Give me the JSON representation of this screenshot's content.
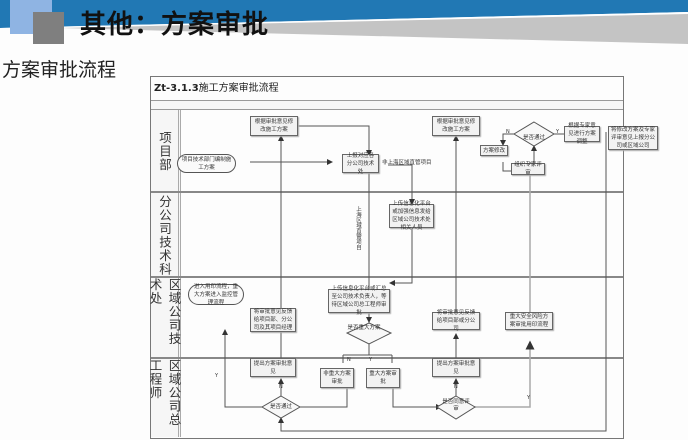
{
  "slide": {
    "title": "其他：方案审批",
    "subtitle": "方案审批流程",
    "colors": {
      "banner_blue": "#2178b4",
      "light_blue": "#8fb4e3",
      "gray_square": "#7f7f7f",
      "gray_wedge": "#c4c4c4"
    }
  },
  "diagram": {
    "code": "Zt-3.1.3",
    "title": "施工方案审批流程",
    "lanes": [
      "项目部",
      "分公司技术科",
      "区域公司技术处",
      "区域公司总工程师"
    ],
    "nodes": {
      "start": "项目技术部门编制施工方案",
      "revise_by_opinion": "根据审批意见修改施工方案",
      "report_branch": "上报对应各分公司技术处",
      "revise_by_opinion_2": "根据审批意见修改施工方案",
      "plan_modify": "方案修改",
      "pass_q1": "是否通过",
      "organize_review": "组织专家评审",
      "adjust_by_expert": "根据专家意见进行方案调整",
      "submit_final": "将修改方案及专家评审意见上报分公司或区域公司",
      "upload_info_platform": "上传信息化平台或加强信息发给区域公司技术处相关人员",
      "shanghai_direct": "上海区域直管项目",
      "non_shanghai": "非上海区域直管项目",
      "enter_print": "进入用印流程，重大方案进入监控管理流程",
      "feedback_to_project": "将审批意见反馈给项目部、分公司及其项目经理",
      "upload_summary": "上传信息化平台或汇总至公司技术负责人，等待区域公司总工程师审批",
      "major_q": "是否重大方案",
      "feedback_2": "将审批意见反馈给项目部或分公司",
      "major_safety": "重大安全风险方案审批用印流程",
      "raise_opinion": "提出方案审批意见",
      "non_major_approve": "非重大方案审批",
      "major_approve": "重大方案审批",
      "pass_q2": "是否通过",
      "raise_opinion_2": "提出方案审批意见",
      "agree_q": "是否同意评审"
    },
    "labels": {
      "yes": "Y",
      "no": "N"
    }
  }
}
